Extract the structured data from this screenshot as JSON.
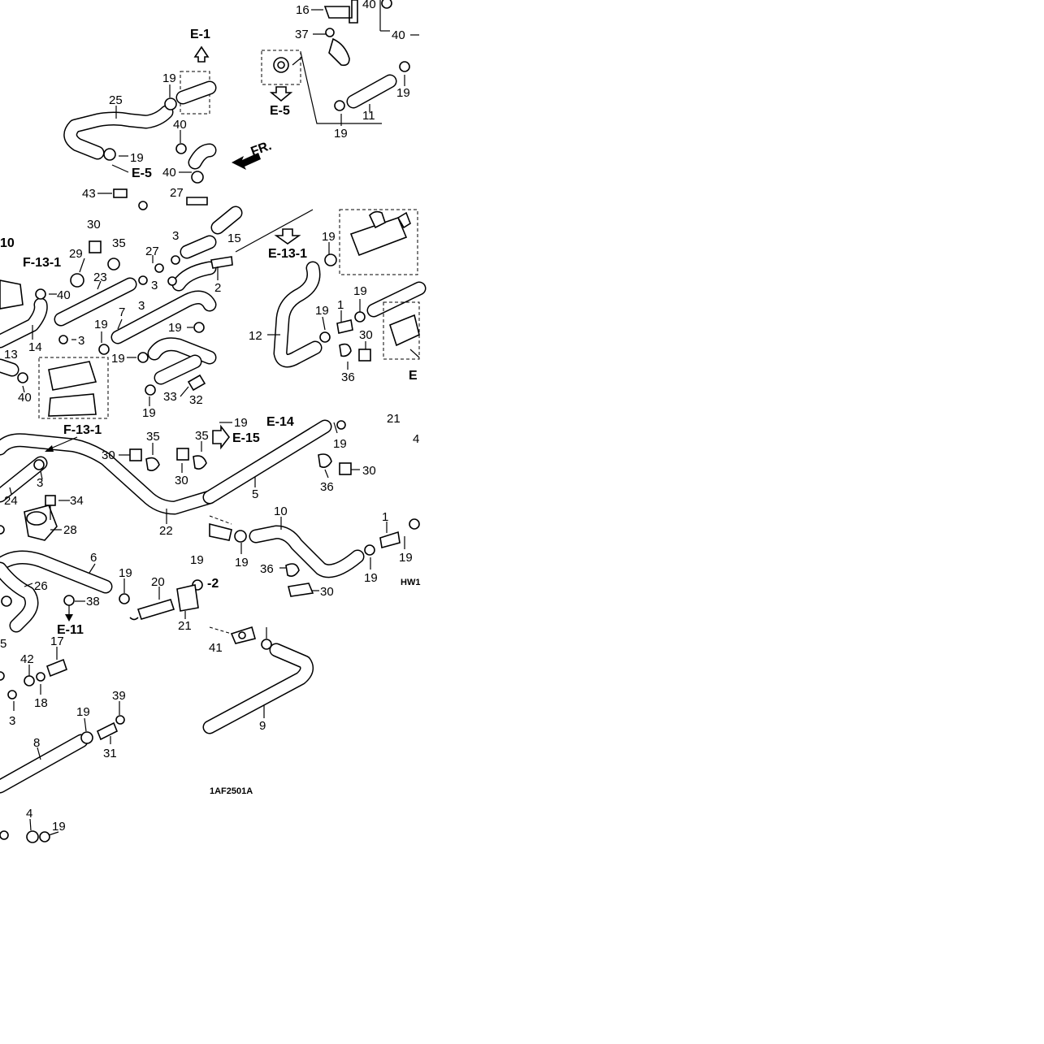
{
  "drawing_code": "1AF2501A",
  "drawing_code_partial": "HW1",
  "front_marker": "FR.",
  "section_refs": {
    "e1": "E-1",
    "e5": "E-5",
    "e13_1": "E-13-1",
    "e14": "E-14",
    "e15": "E-15",
    "f13_1": "F-13-1",
    "e_partial": "E",
    "e11_partial": "E-11",
    "ref_10_partial": "10",
    "ref_2_partial": "-2"
  },
  "callouts": {
    "p1": "1",
    "p2": "2",
    "p3": "3",
    "p4": "4",
    "p5": "5",
    "p6": "6",
    "p7": "7",
    "p8": "8",
    "p9": "9",
    "p10": "10",
    "p11": "11",
    "p12": "12",
    "p13": "13",
    "p14": "14",
    "p15": "15",
    "p16": "16",
    "p17": "17",
    "p18": "18",
    "p19": "19",
    "p20": "20",
    "p21": "21",
    "p22": "22",
    "p23": "23",
    "p24": "24",
    "p25": "25",
    "p26": "26",
    "p27": "27",
    "p28": "28",
    "p29": "29",
    "p30": "30",
    "p31": "31",
    "p32": "32",
    "p33": "33",
    "p34": "34",
    "p35": "35",
    "p36": "36",
    "p37": "37",
    "p38": "38",
    "p39": "39",
    "p40": "40",
    "p41": "41",
    "p42": "42",
    "p43": "43"
  }
}
